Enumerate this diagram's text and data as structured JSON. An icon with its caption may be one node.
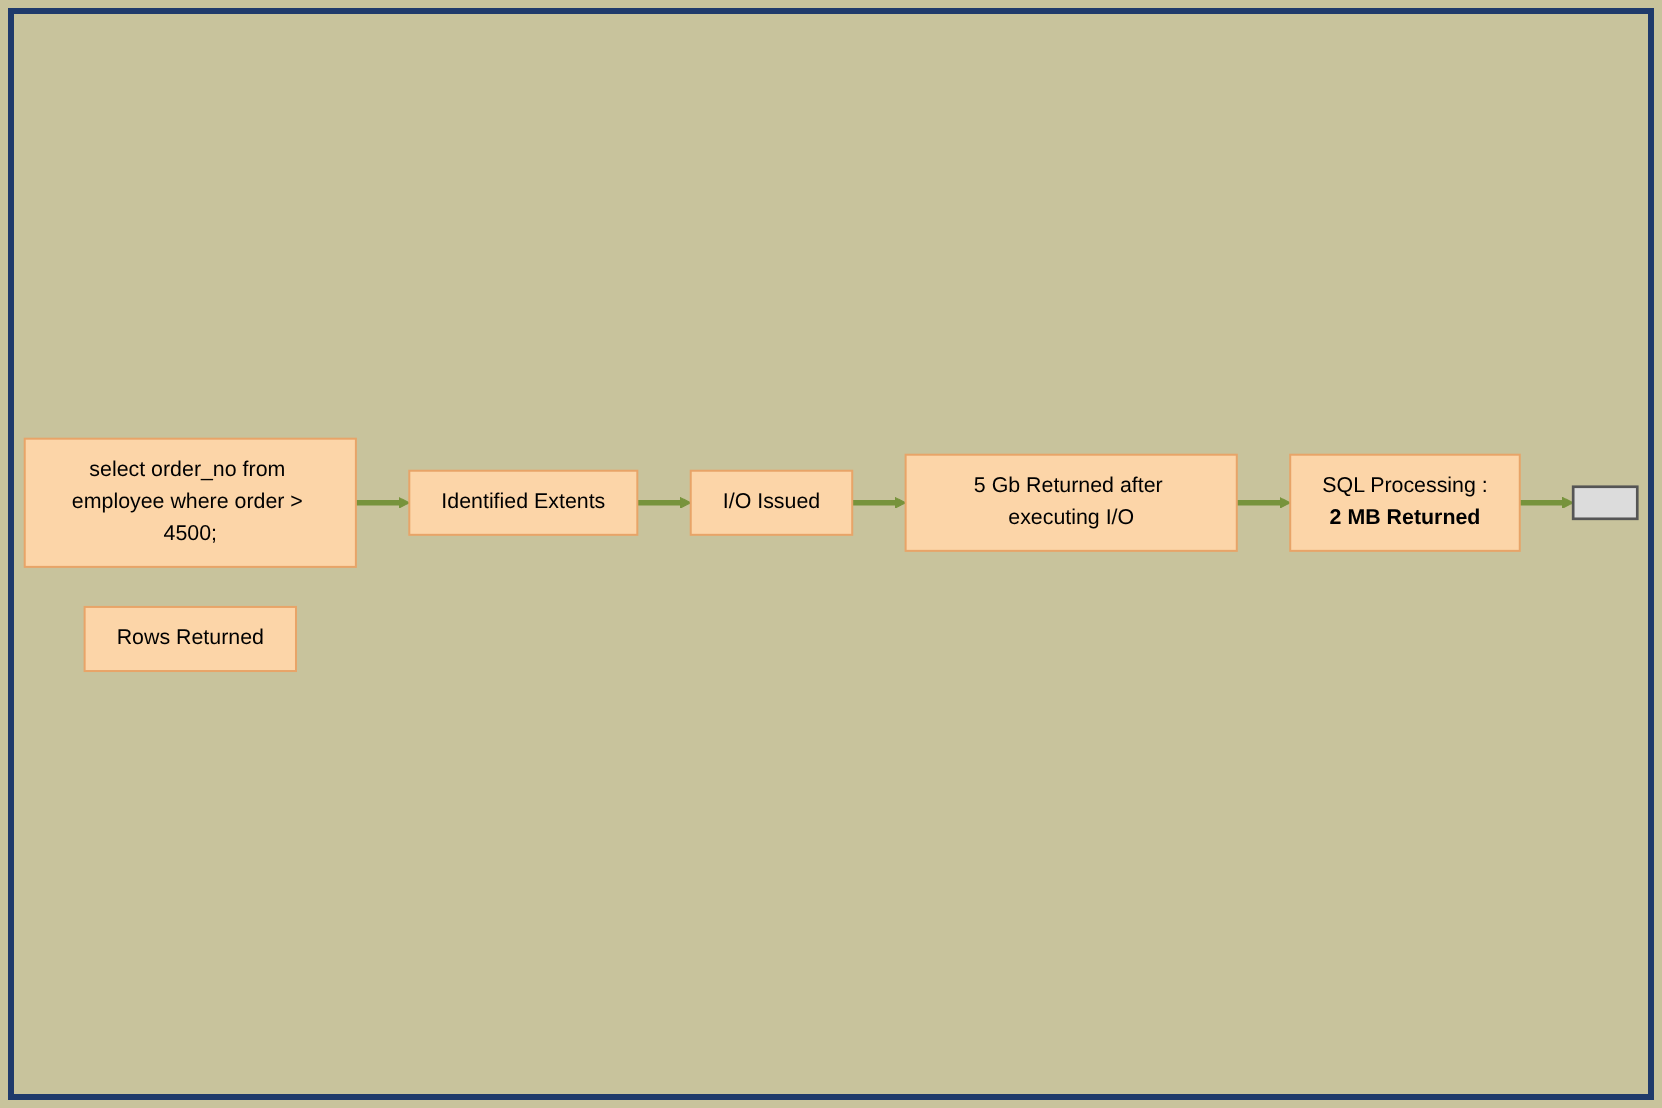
{
  "diagram": {
    "nodes": [
      {
        "text": [
          "select order_no from employee where order > 4500;"
        ]
      },
      {
        "text": [
          "Identified Extents"
        ]
      },
      {
        "text": [
          "I/O Issued"
        ]
      },
      {
        "text": [
          "5 Gb Returned after executing I/O"
        ]
      },
      {
        "text": [
          "SQL Processing :",
          "2 MB Returned"
        ]
      },
      {
        "text": [
          "Rows Returned"
        ]
      },
      {
        "text": [],
        "shape": "box"
      }
    ],
    "edges": [
      {
        "from": 0,
        "to": 1,
        "arrow": "to"
      },
      {
        "from": 1,
        "to": 2,
        "arrow": "to"
      },
      {
        "from": 2,
        "to": 3,
        "arrow": "to"
      },
      {
        "from": 3,
        "to": 4,
        "arrow": "to"
      },
      {
        "from": 4,
        "to": 6,
        "arrow": "to"
      }
    ]
  }
}
